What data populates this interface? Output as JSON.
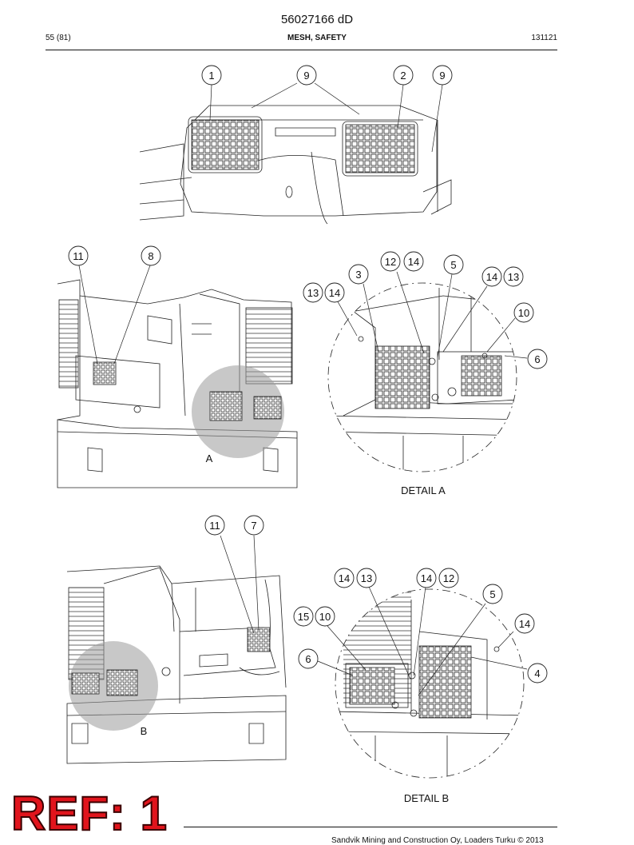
{
  "header": {
    "doc_number": "56027166 dD",
    "page_number": "55 (81)",
    "section_title": "MESH, SAFETY",
    "date_code": "131121"
  },
  "figure1": {
    "callouts": [
      "1",
      "9",
      "2",
      "9"
    ]
  },
  "figure2": {
    "callouts": [
      "11",
      "8"
    ],
    "detail_marker": "A"
  },
  "detailA": {
    "label": "DETAIL A",
    "callouts": [
      "3",
      "12",
      "14",
      "5",
      "14",
      "13",
      "13",
      "14",
      "10",
      "6"
    ]
  },
  "figure3": {
    "callouts": [
      "11",
      "7"
    ],
    "detail_marker": "B"
  },
  "detailB": {
    "label": "DETAIL B",
    "callouts": [
      "14",
      "13",
      "14",
      "12",
      "5",
      "15",
      "10",
      "14",
      "6",
      "4"
    ]
  },
  "stamp": "REF: 1",
  "footer": "Sandvik Mining and Construction Oy, Loaders Turku © 2013",
  "colors": {
    "stamp_red": "#e1141c",
    "highlight_gray": "#9a9a9a"
  }
}
